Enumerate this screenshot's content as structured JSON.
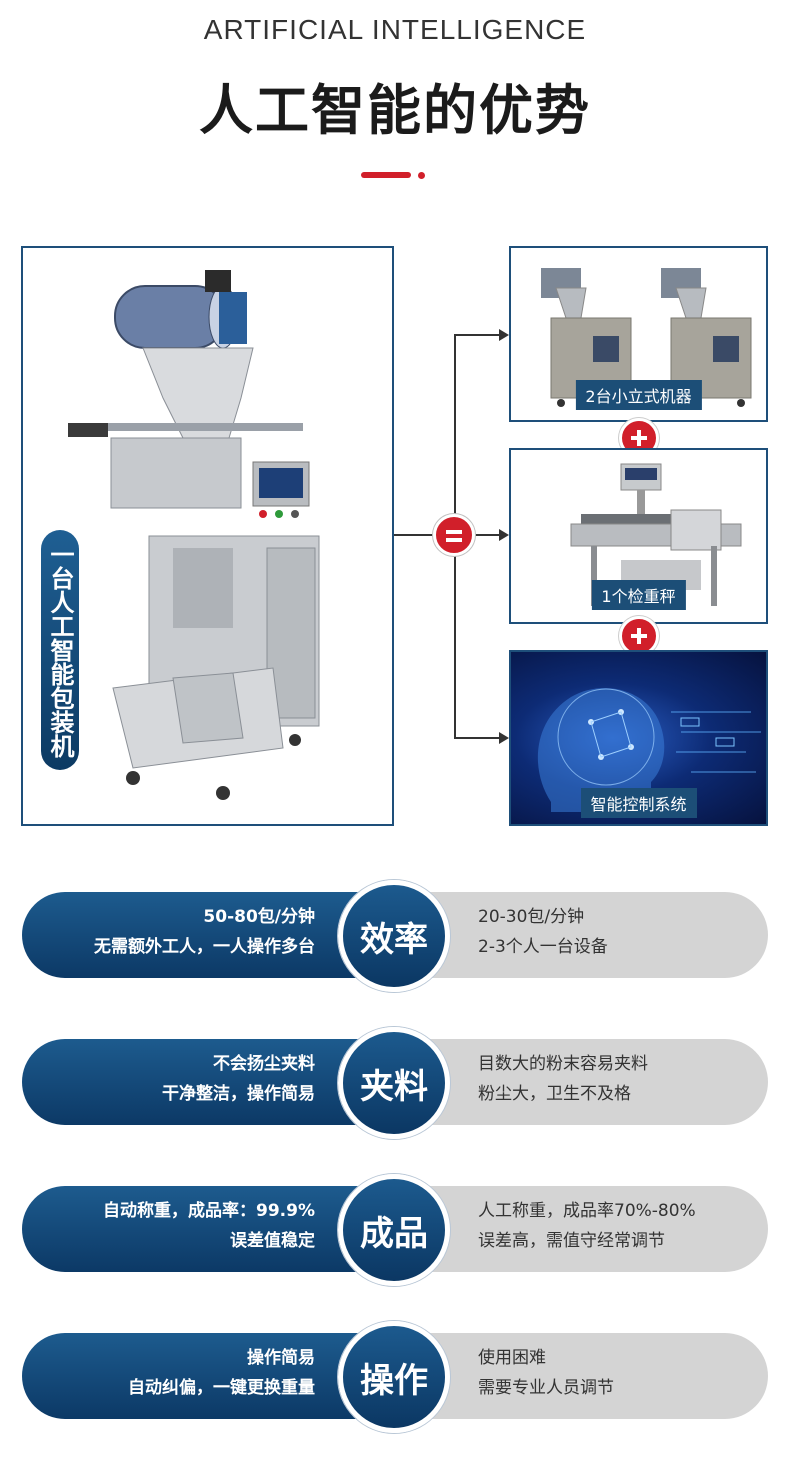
{
  "header": {
    "subtitle_en": "ARTIFICIAL INTELLIGENCE",
    "title_cn": "人工智能的优势"
  },
  "left_panel": {
    "label": "一台人工智能包装机"
  },
  "right_boxes": [
    {
      "label": "2台小立式机器"
    },
    {
      "label": "1个检重秤"
    },
    {
      "label": "智能控制系统"
    }
  ],
  "colors": {
    "accent_red": "#d11f2a",
    "brand_blue": "#1c4e77",
    "pill_gray": "#d4d4d4"
  },
  "comparisons": [
    {
      "center": "效率",
      "left": [
        "50-80包/分钟",
        "无需额外工人，一人操作多台"
      ],
      "right": [
        "20-30包/分钟",
        "2-3个人一台设备"
      ]
    },
    {
      "center": "夹料",
      "left": [
        "不会扬尘夹料",
        "干净整洁，操作简易"
      ],
      "right": [
        "目数大的粉末容易夹料",
        "粉尘大，卫生不及格"
      ]
    },
    {
      "center": "成品",
      "left": [
        "自动称重，成品率：99.9%",
        "误差值稳定"
      ],
      "right": [
        "人工称重，成品率70%-80%",
        "误差高，需值守经常调节"
      ]
    },
    {
      "center": "操作",
      "left": [
        "操作简易",
        "自动纠偏，一键更换重量"
      ],
      "right": [
        "使用困难",
        "需要专业人员调节"
      ]
    }
  ]
}
